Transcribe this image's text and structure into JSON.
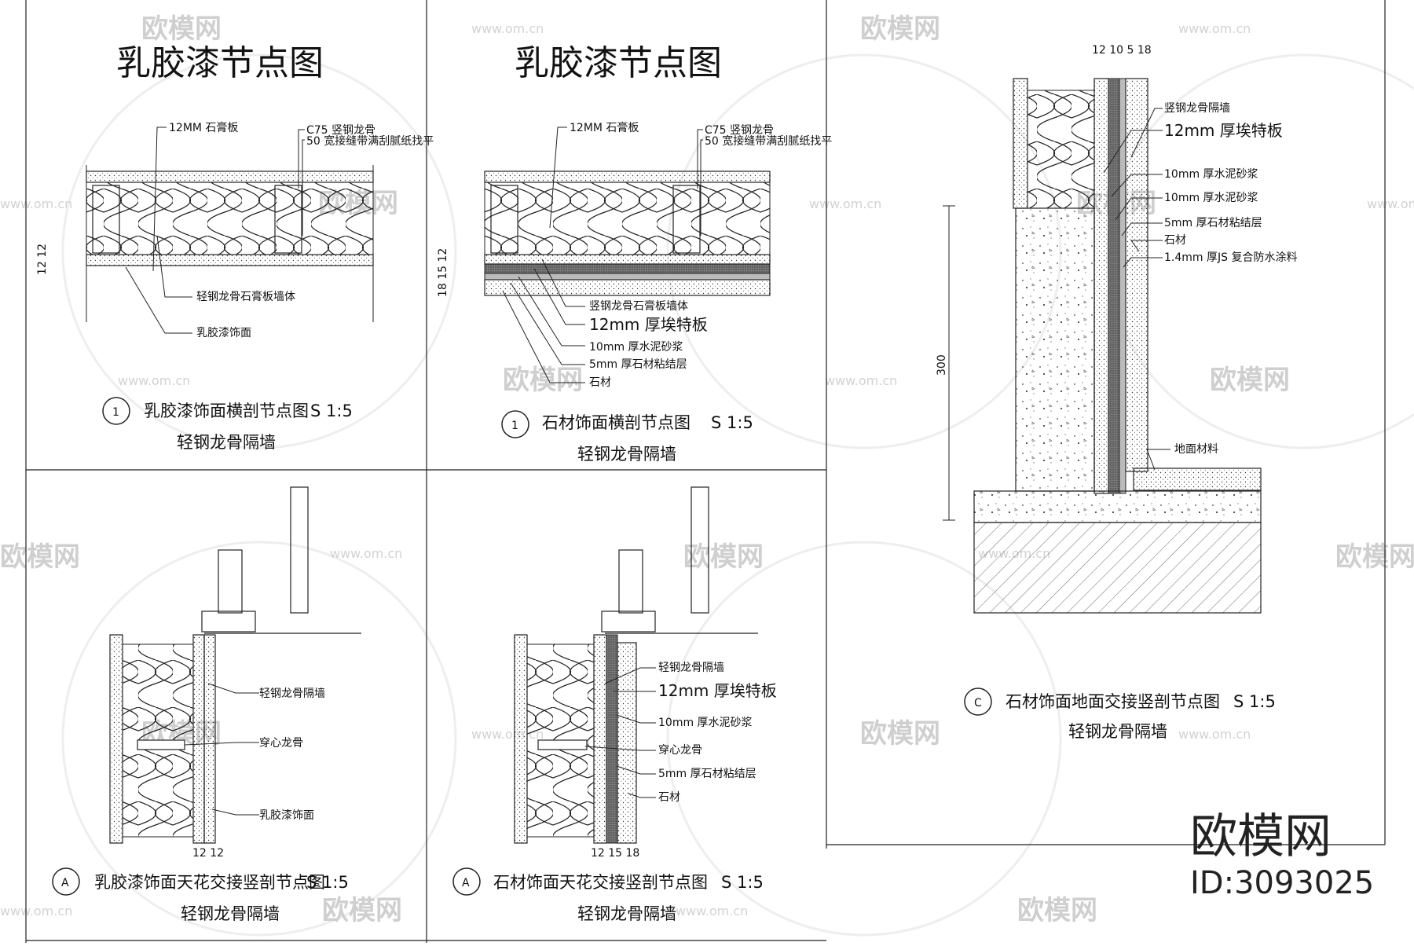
{
  "watermark": {
    "brand": "欧模网",
    "url": "www.om.cn"
  },
  "panel1": {
    "title": "乳胶漆节点图",
    "labels": [
      "12MM 石膏板",
      "C75 竖钢龙骨",
      "50 宽接缝带满刮腻纸找平",
      "轻钢龙骨石膏板墙体",
      "乳胶漆饰面"
    ],
    "dim": "12 12",
    "symbol": "1",
    "caption": "乳胶漆饰面横剖节点图",
    "scale": "S 1:5",
    "subtitle": "轻钢龙骨隔墙"
  },
  "panel2": {
    "title": "乳胶漆节点图",
    "labels": [
      "12MM 石膏板",
      "C75 竖钢龙骨",
      "50 宽接缝带满刮腻纸找平",
      "竖钢龙骨石膏板墙体",
      "12mm 厚埃特板",
      "10mm 厚水泥砂浆",
      "5mm 厚石材粘结层",
      "石材"
    ],
    "dim": "18 15 12",
    "symbol": "1",
    "caption": "石材饰面横剖节点图",
    "scale": "S 1:5",
    "subtitle": "轻钢龙骨隔墙"
  },
  "panel3": {
    "labels": [
      "竖钢龙骨隔墙",
      "12mm 厚埃特板",
      "10mm 厚水泥砂浆",
      "10mm 厚水泥砂浆",
      "5mm 厚石材粘结层",
      "石材",
      "1.4mm 厚JS 复合防水涂料",
      "地面材料"
    ],
    "dim_top": "12 10 5 18",
    "dim_side": "300",
    "symbol": "C",
    "caption": "石材饰面地面交接竖剖节点图",
    "scale": "S 1:5",
    "subtitle": "轻钢龙骨隔墙"
  },
  "panel4": {
    "labels": [
      "轻钢龙骨隔墙",
      "穿心龙骨",
      "乳胶漆饰面"
    ],
    "dim": "12 12",
    "symbol": "A",
    "caption": "乳胶漆饰面天花交接竖剖节点图",
    "scale": "S 1:5",
    "subtitle": "轻钢龙骨隔墙"
  },
  "panel5": {
    "labels": [
      "轻钢龙骨隔墙",
      "12mm 厚埃特板",
      "10mm 厚水泥砂浆",
      "穿心龙骨",
      "5mm 厚石材粘结层",
      "石材"
    ],
    "dim": "12 15 18",
    "symbol": "A",
    "caption": "石材饰面天花交接竖剖节点图",
    "scale": "S 1:5",
    "subtitle": "轻钢龙骨隔墙"
  },
  "brand_block": {
    "name": "欧模网",
    "id": "ID:3093025"
  }
}
